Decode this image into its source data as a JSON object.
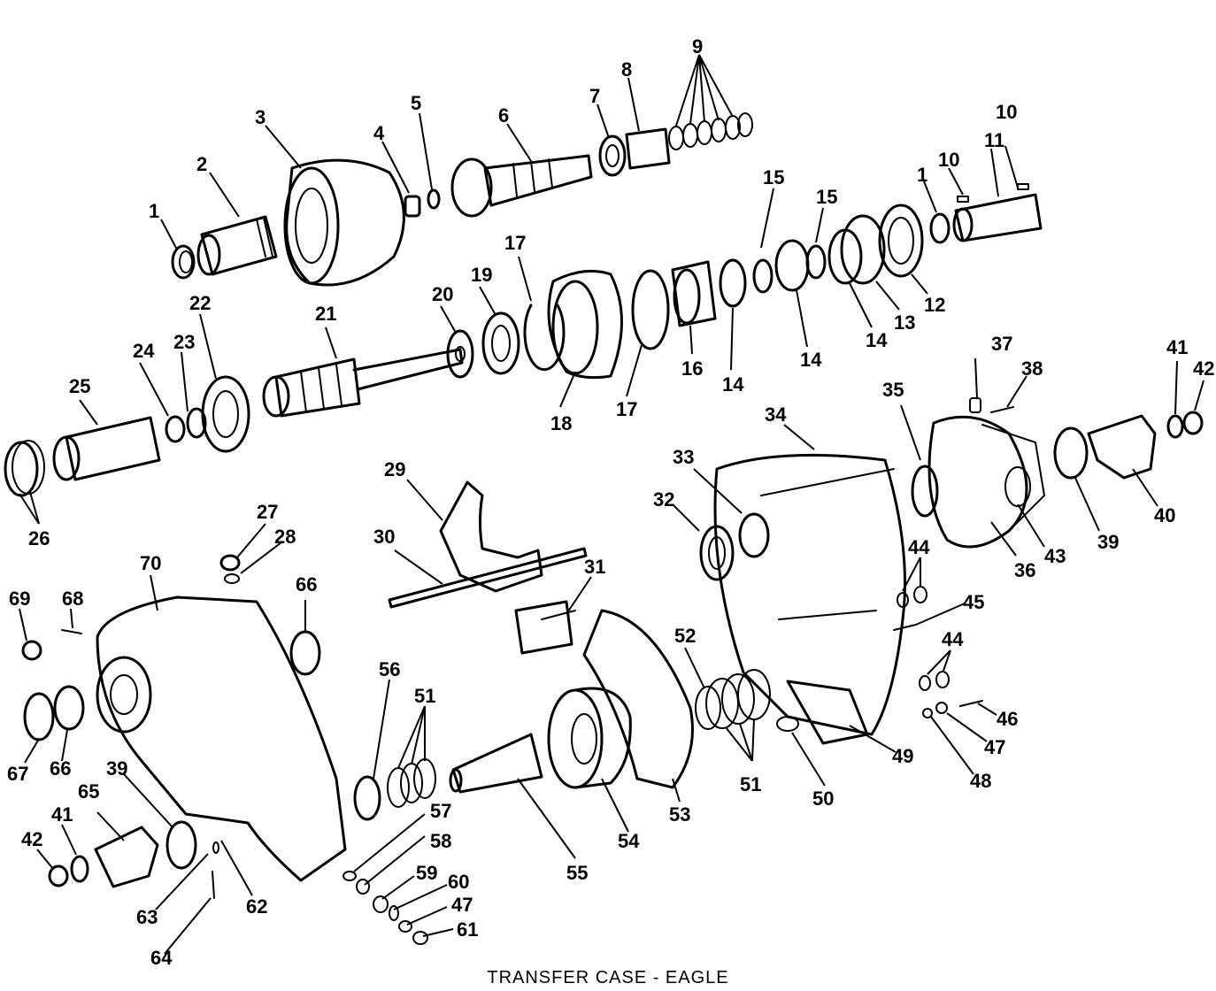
{
  "caption": "TRANSFER CASE - EAGLE",
  "callouts": [
    "1",
    "2",
    "3",
    "4",
    "5",
    "6",
    "7",
    "8",
    "9",
    "10",
    "10",
    "11",
    "1",
    "15",
    "15",
    "12",
    "13",
    "14",
    "14",
    "14",
    "16",
    "17",
    "17",
    "18",
    "19",
    "20",
    "21",
    "22",
    "23",
    "24",
    "25",
    "26",
    "27",
    "28",
    "29",
    "30",
    "31",
    "32",
    "33",
    "34",
    "35",
    "36",
    "37",
    "38",
    "39",
    "40",
    "41",
    "42",
    "43",
    "44",
    "44",
    "45",
    "46",
    "47",
    "48",
    "49",
    "50",
    "51",
    "51",
    "52",
    "53",
    "54",
    "55",
    "56",
    "57",
    "58",
    "59",
    "60",
    "47",
    "61",
    "62",
    "63",
    "64",
    "65",
    "66",
    "66",
    "67",
    "68",
    "69",
    "70",
    "39",
    "41",
    "42"
  ]
}
